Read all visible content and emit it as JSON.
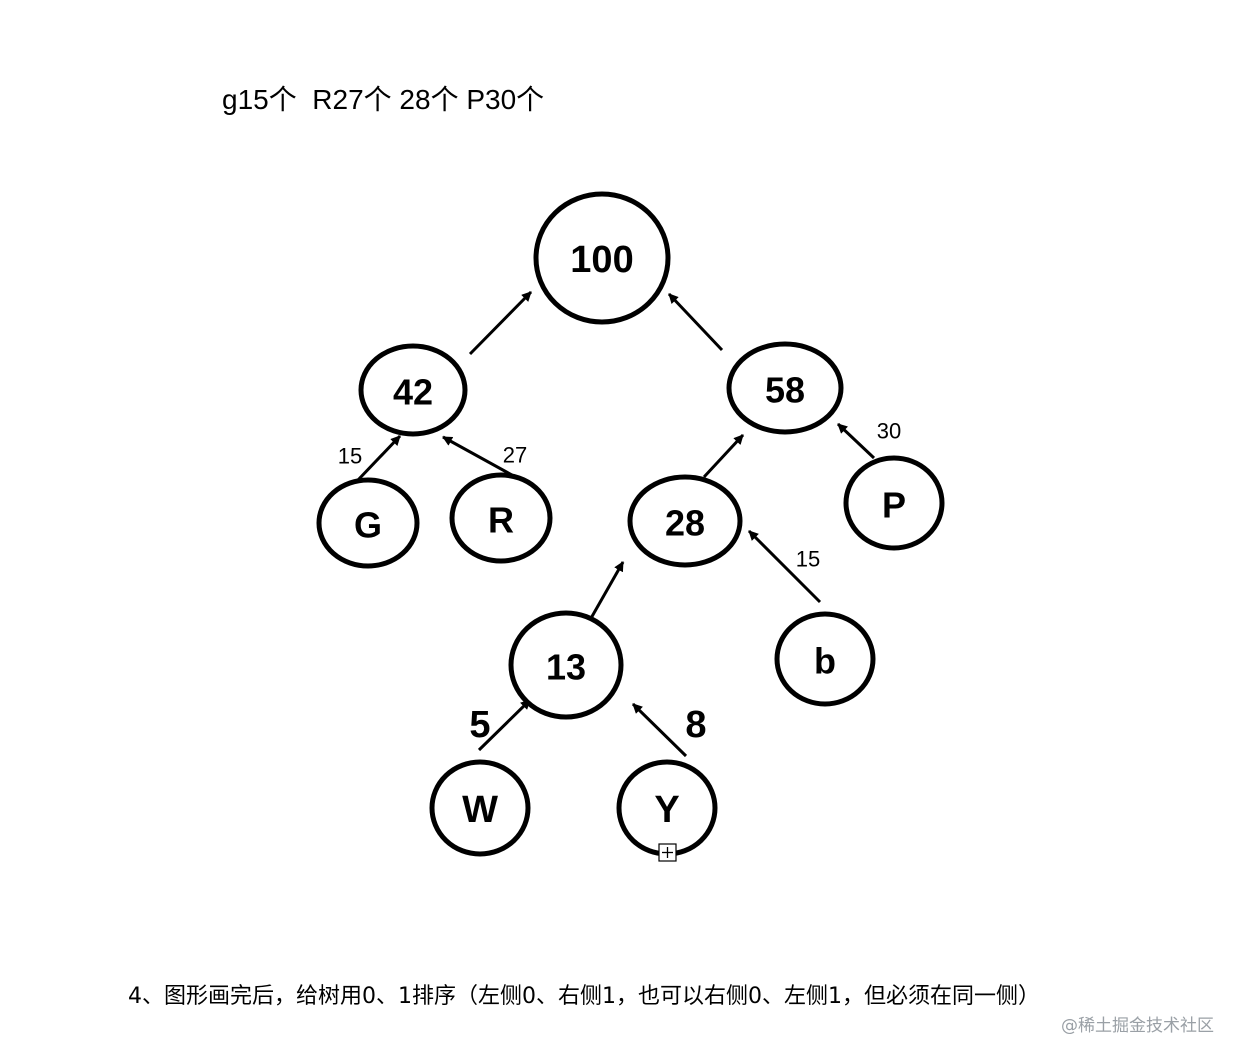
{
  "header": {
    "text": "g15个  R27个 28个 P30个"
  },
  "footer": {
    "text": "4、图形画完后，给树用0、1排序（左侧0、右侧1，也可以右侧0、左侧1，但必须在同一侧）"
  },
  "watermark": {
    "text": "@稀土掘金技术社区"
  },
  "tree": {
    "nodes": [
      {
        "id": "n100",
        "label": "100"
      },
      {
        "id": "n42",
        "label": "42"
      },
      {
        "id": "n58",
        "label": "58"
      },
      {
        "id": "nG",
        "label": "G"
      },
      {
        "id": "nR",
        "label": "R"
      },
      {
        "id": "n28",
        "label": "28"
      },
      {
        "id": "nP",
        "label": "P"
      },
      {
        "id": "n13",
        "label": "13"
      },
      {
        "id": "nb",
        "label": "b"
      },
      {
        "id": "nW",
        "label": "W"
      },
      {
        "id": "nY",
        "label": "Y"
      }
    ],
    "edges": [
      {
        "from": "n42",
        "to": "n100",
        "label": ""
      },
      {
        "from": "n58",
        "to": "n100",
        "label": ""
      },
      {
        "from": "nG",
        "to": "n42",
        "label": "15"
      },
      {
        "from": "nR",
        "to": "n42",
        "label": "27"
      },
      {
        "from": "n28",
        "to": "n58",
        "label": ""
      },
      {
        "from": "nP",
        "to": "n58",
        "label": "30"
      },
      {
        "from": "n13",
        "to": "n28",
        "label": ""
      },
      {
        "from": "nb",
        "to": "n28",
        "label": "15"
      },
      {
        "from": "nW",
        "to": "n13",
        "label": "5"
      },
      {
        "from": "nY",
        "to": "n13",
        "label": "8"
      }
    ]
  }
}
